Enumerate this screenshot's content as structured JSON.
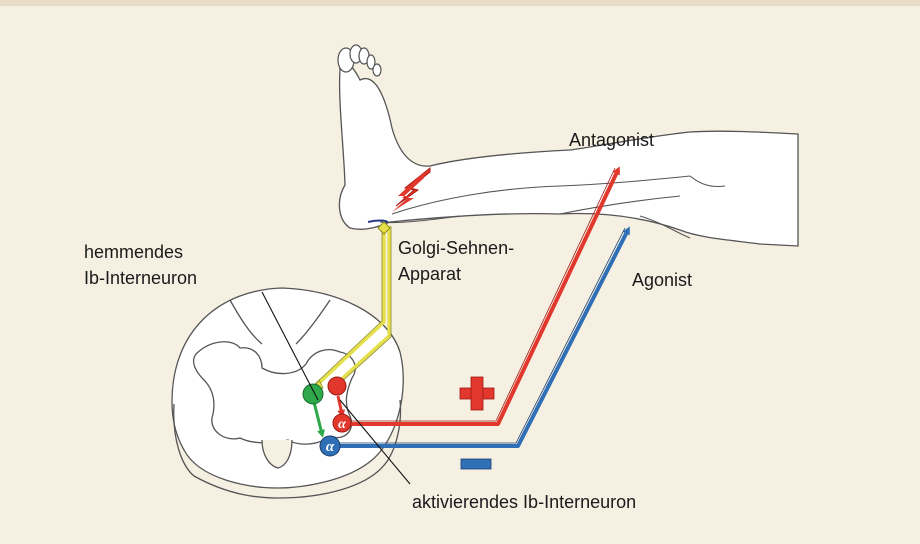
{
  "labels": {
    "antagonist": "Antagonist",
    "agonist": "Agonist",
    "golgi_line1": "Golgi-Sehnen-",
    "golgi_line2": "Apparat",
    "inhibitory_line1": "hemmendes",
    "inhibitory_line2": "Ib-Interneuron",
    "excitatory": "aktivierendes Ib-Interneuron",
    "alpha": "α"
  },
  "signs": {
    "plus": "+",
    "minus": "–"
  },
  "colors": {
    "background": "#f6f0e3",
    "afferent_yellow": "#e5e04a",
    "excitatory_red": "#e2372d",
    "inhibitory_green": "#2ea84a",
    "agonist_blue": "#2f6fb5",
    "outline": "#5a5a5a"
  },
  "icons": {
    "stimulus": "lightning-bolt-icon"
  }
}
